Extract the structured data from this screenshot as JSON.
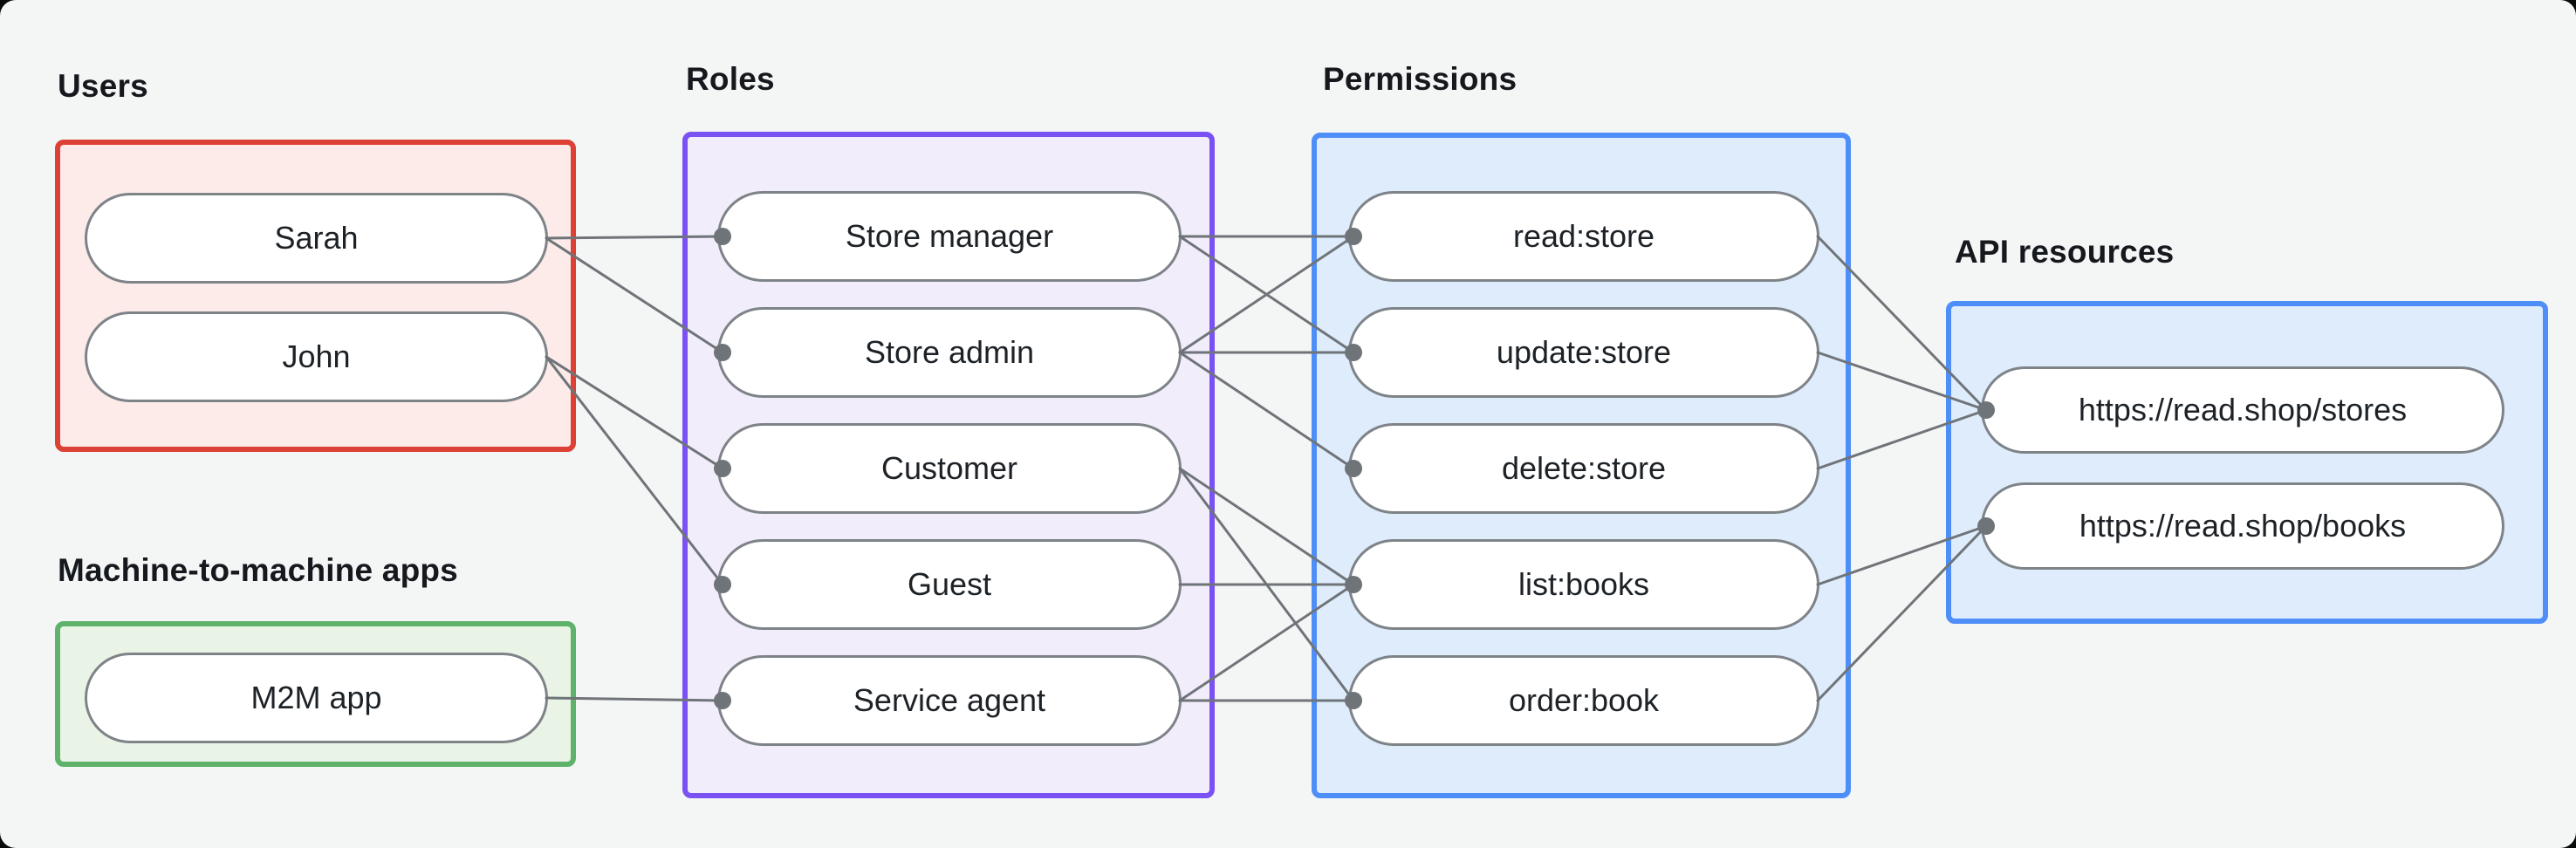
{
  "canvas": {
    "background": "#f4f6f5",
    "line_color": "#6f7479",
    "pill_border_color": "#7e8388",
    "pill_fill": "#ffffff",
    "text_color": "#1d2227",
    "label_color": "#15191e"
  },
  "groups": [
    {
      "id": "users",
      "label": "Users",
      "border": "#dd4136",
      "fill": "#fcebe9",
      "nodes": [
        {
          "id": "sarah",
          "label": "Sarah"
        },
        {
          "id": "john",
          "label": "John"
        }
      ]
    },
    {
      "id": "m2m",
      "label": "Machine-to-machine apps",
      "border": "#5fb26a",
      "fill": "#e9f4e7",
      "nodes": [
        {
          "id": "m2m-app",
          "label": "M2M app"
        }
      ]
    },
    {
      "id": "roles",
      "label": "Roles",
      "border": "#7a52f4",
      "fill": "#f2edfb",
      "nodes": [
        {
          "id": "store-manager",
          "label": "Store manager"
        },
        {
          "id": "store-admin",
          "label": "Store admin"
        },
        {
          "id": "customer",
          "label": "Customer"
        },
        {
          "id": "guest",
          "label": "Guest"
        },
        {
          "id": "service-agent",
          "label": "Service agent"
        }
      ]
    },
    {
      "id": "permissions",
      "label": "Permissions",
      "border": "#4e8ef8",
      "fill": "#dfecfc",
      "nodes": [
        {
          "id": "read-store",
          "label": "read:store"
        },
        {
          "id": "update-store",
          "label": "update:store"
        },
        {
          "id": "delete-store",
          "label": "delete:store"
        },
        {
          "id": "list-books",
          "label": "list:books"
        },
        {
          "id": "order-book",
          "label": "order:book"
        }
      ]
    },
    {
      "id": "api-resources",
      "label": "API resources",
      "border": "#4e8ef8",
      "fill": "#dfecfc",
      "nodes": [
        {
          "id": "stores",
          "label": "https://read.shop/stores"
        },
        {
          "id": "books",
          "label": "https://read.shop/books"
        }
      ]
    }
  ],
  "edges": [
    [
      "sarah",
      "store-manager"
    ],
    [
      "sarah",
      "store-admin"
    ],
    [
      "john",
      "customer"
    ],
    [
      "john",
      "guest"
    ],
    [
      "m2m-app",
      "service-agent"
    ],
    [
      "store-manager",
      "read-store"
    ],
    [
      "store-manager",
      "update-store"
    ],
    [
      "store-admin",
      "read-store"
    ],
    [
      "store-admin",
      "update-store"
    ],
    [
      "store-admin",
      "delete-store"
    ],
    [
      "customer",
      "list-books"
    ],
    [
      "customer",
      "order-book"
    ],
    [
      "guest",
      "list-books"
    ],
    [
      "service-agent",
      "list-books"
    ],
    [
      "service-agent",
      "order-book"
    ],
    [
      "read-store",
      "stores"
    ],
    [
      "update-store",
      "stores"
    ],
    [
      "delete-store",
      "stores"
    ],
    [
      "list-books",
      "books"
    ],
    [
      "order-book",
      "books"
    ]
  ]
}
